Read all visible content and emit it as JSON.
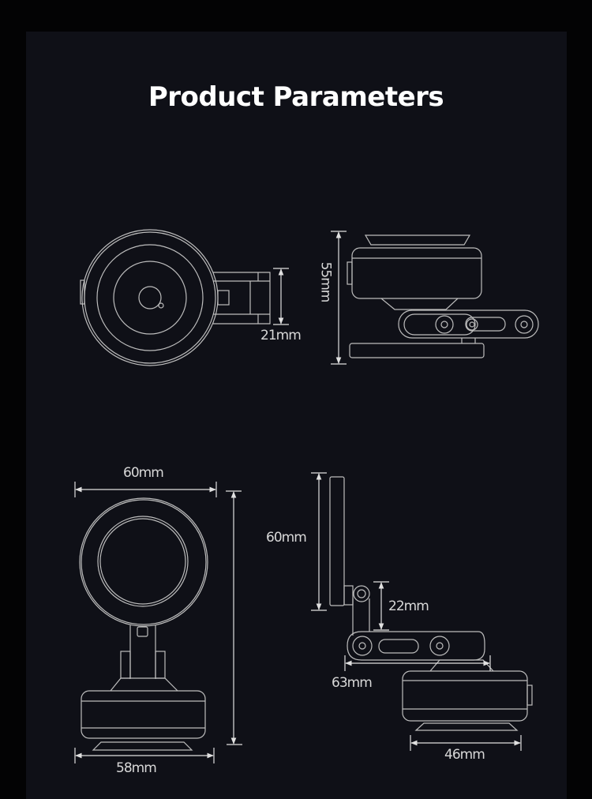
{
  "title": "Product Parameters",
  "views": {
    "top_view": {
      "width_label": "21mm"
    },
    "side_view_top": {
      "height_label": "55mm"
    },
    "front_view": {
      "width_label": "60mm",
      "base_width_label": "58mm"
    },
    "side_view_bottom": {
      "plate_height_label": "60mm",
      "arm_height_label": "22mm",
      "arm_length_label": "63mm",
      "base_width_label": "46mm"
    }
  },
  "colors": {
    "background": "#0f1017",
    "line": "#bdbdbd",
    "title": "#ffffff"
  }
}
